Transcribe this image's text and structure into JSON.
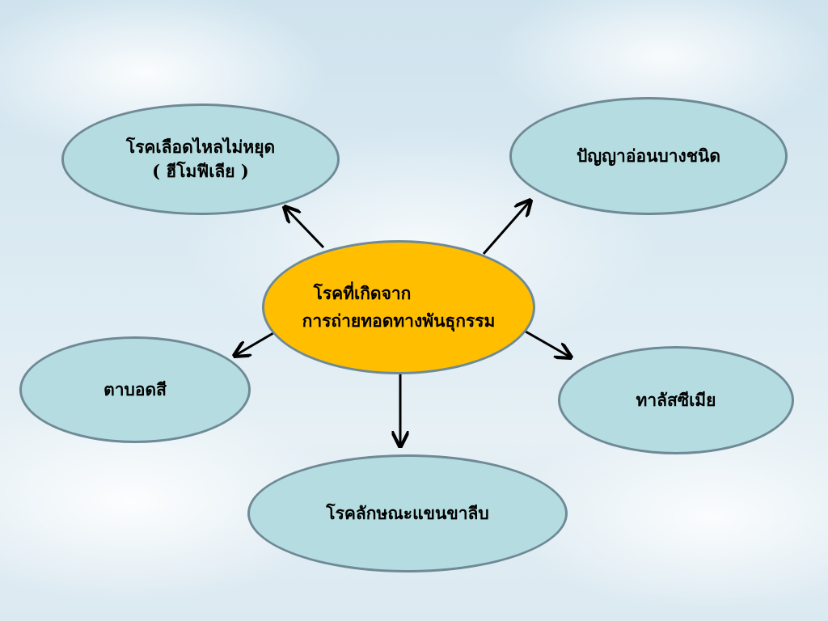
{
  "center": {
    "line1": "โรคที่เกิดจาก",
    "line2": "การถ่ายทอดทางพันธุกรรม"
  },
  "nodes": {
    "hemophilia": {
      "line1": "โรคเลือดไหลไม่หยุด",
      "line2": "( ฮีโมฟีเลีย )"
    },
    "intellectual": {
      "label": "ปัญญาอ่อนบางชนิด"
    },
    "colorblind": {
      "label": "ตาบอดสี"
    },
    "thalassemia": {
      "label": "ทาลัสซีเมีย"
    },
    "phocomelia": {
      "label": "โรคลักษณะแขนขาลีบ"
    }
  },
  "colors": {
    "center_fill": "#ffbf00",
    "leaf_fill": "#b5dde1",
    "outline": "#6f8a96",
    "arrow": "#000000"
  }
}
